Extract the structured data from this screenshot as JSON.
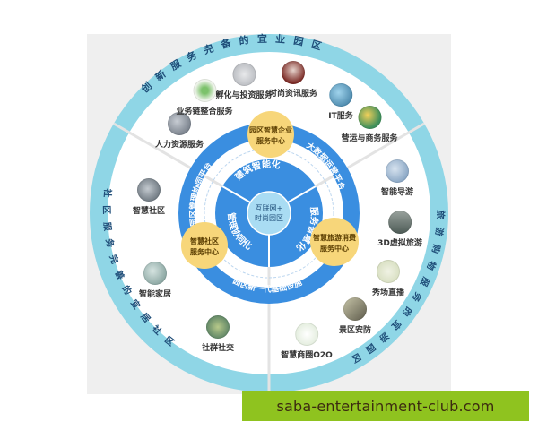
{
  "colors": {
    "outer_ring": "#8fd6e6",
    "outer_ring_text": "#1f4e79",
    "inner_ring": "#3a8ee0",
    "inner_ring_text": "#ffffff",
    "hub": "#a9dcf3",
    "service_center": "#f7d67a",
    "service_center_text": "#5a3d00",
    "panel": "#efefef",
    "banner": "#8fc31f",
    "banner_text": "#3b2a10"
  },
  "outer_ring": {
    "top": "创新服务完备的宜业园区",
    "right": "旅游购物服务的宜游园区",
    "left": "社区服务完善的宜居社区"
  },
  "inner_ring": {
    "left": "园区管理协同平台",
    "right": "大数据运营平台",
    "bottom": "园区新一代基础设施"
  },
  "hub": {
    "center_line1": "互联网+",
    "center_line2": "时尚园区",
    "top": "建筑智能化",
    "right": "服务智慧化",
    "left": "管理协同化"
  },
  "service_centers": [
    {
      "line1": "园区智慧企业",
      "line2": "服务中心"
    },
    {
      "line1": "智慧社区",
      "line2": "服务中心"
    },
    {
      "line1": "智慧旅游消费",
      "line2": "服务中心"
    }
  ],
  "nodes": [
    {
      "label": "人力资源服务",
      "icon": "people-icon",
      "color": "#5b6470"
    },
    {
      "label": "业务链整合服务",
      "icon": "network-icon",
      "color": "#7cc26b"
    },
    {
      "label": "孵化与投资服务",
      "icon": "blueprint-icon",
      "color": "#c9ccd1"
    },
    {
      "label": "时尚资讯服务",
      "icon": "meeting-icon",
      "color": "#7b2a25"
    },
    {
      "label": "IT服务",
      "icon": "globe-tech-icon",
      "color": "#2f6f96"
    },
    {
      "label": "营运与商务服务",
      "icon": "earth-icon",
      "color": "#3f8f5a"
    },
    {
      "label": "智能导游",
      "icon": "guide-icon",
      "color": "#6c8fb4"
    },
    {
      "label": "3D虚拟旅游",
      "icon": "landscape-icon",
      "color": "#4c5a55"
    },
    {
      "label": "秀场直播",
      "icon": "stage-icon",
      "color": "#cfd8b4"
    },
    {
      "label": "景区安防",
      "icon": "camera-icon",
      "color": "#8a8a72"
    },
    {
      "label": "智慧商圈O2O",
      "icon": "commerce-icon",
      "color": "#d8e6d0"
    },
    {
      "label": "社群社交",
      "icon": "social-icon",
      "color": "#3d6b58"
    },
    {
      "label": "智能家居",
      "icon": "home-icon",
      "color": "#6e8f8a"
    },
    {
      "label": "智慧社区",
      "icon": "community-icon",
      "color": "#4f5a63"
    }
  ],
  "watermark": "saba-entertainment-club.com"
}
